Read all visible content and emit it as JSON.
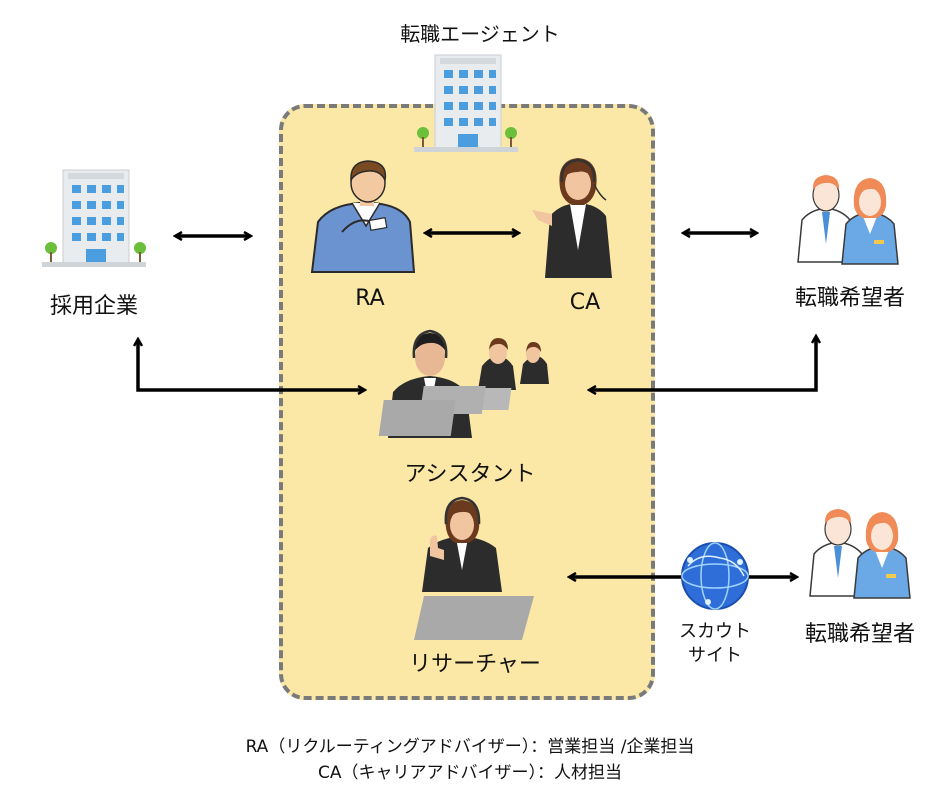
{
  "agency": {
    "title": "転職エージェント",
    "icon": "office-building-icon"
  },
  "employer": {
    "label": "採用企業",
    "icon": "office-building-icon"
  },
  "ra": {
    "label": "RA",
    "icon": "businessman-icon"
  },
  "ca": {
    "label": "CA",
    "icon": "headset-woman-icon"
  },
  "assistant": {
    "label": "アシスタント",
    "icon": "call-center-team-icon"
  },
  "researcher": {
    "label": "リサーチャー",
    "icon": "operator-woman-icon"
  },
  "candidates_top": {
    "label": "転職希望者",
    "icon": "couple-icon"
  },
  "candidates_bottom": {
    "label": "転職希望者",
    "icon": "couple-icon"
  },
  "scout_site": {
    "line1": "スカウト",
    "line2": "サイト",
    "icon": "globe-icon"
  },
  "notes": {
    "line1": "RA（リクルーティングアドバイザー）：営業担当 /企業担当",
    "line2": "CA（キャリアアドバイザー）：人材担当"
  },
  "colors": {
    "agency_fill": "#fbe8a6",
    "agency_border": "#7a7a7a"
  }
}
